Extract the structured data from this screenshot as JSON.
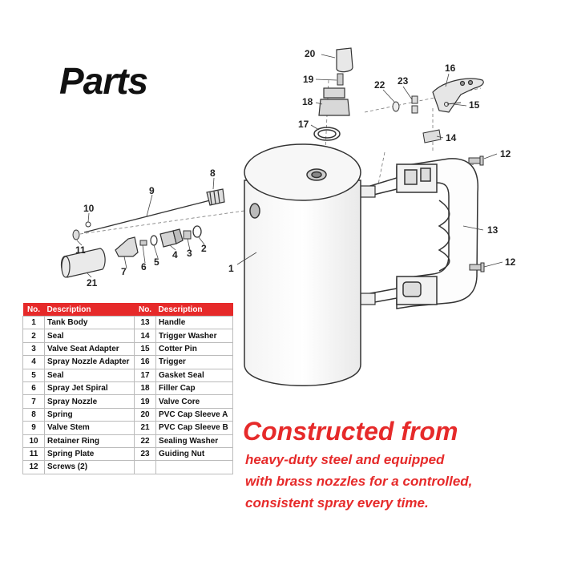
{
  "title": "Parts",
  "callouts": [
    "20",
    "19",
    "18",
    "17",
    "16",
    "23",
    "22",
    "15",
    "14",
    "12",
    "8",
    "9",
    "10",
    "11",
    "21",
    "7",
    "6",
    "5",
    "4",
    "3",
    "2",
    "1",
    "13",
    "12"
  ],
  "table": {
    "headers": [
      "No.",
      "Description",
      "No.",
      "Description"
    ],
    "rows": [
      [
        "1",
        "Tank Body",
        "13",
        "Handle"
      ],
      [
        "2",
        "Seal",
        "14",
        "Trigger Washer"
      ],
      [
        "3",
        "Valve Seat Adapter",
        "15",
        "Cotter Pin"
      ],
      [
        "4",
        "Spray Nozzle Adapter",
        "16",
        "Trigger"
      ],
      [
        "5",
        "Seal",
        "17",
        "Gasket Seal"
      ],
      [
        "6",
        "Spray Jet Spiral",
        "18",
        "Filler Cap"
      ],
      [
        "7",
        "Spray Nozzle",
        "19",
        "Valve Core"
      ],
      [
        "8",
        "Spring",
        "20",
        "PVC Cap Sleeve A"
      ],
      [
        "9",
        "Valve Stem",
        "21",
        "PVC Cap Sleeve B"
      ],
      [
        "10",
        "Retainer Ring",
        "22",
        "Sealing Washer"
      ],
      [
        "11",
        "Spring Plate",
        "23",
        "Guiding Nut"
      ],
      [
        "12",
        "Screws (2)",
        "",
        ""
      ]
    ]
  },
  "promo": {
    "headline": "Constructed from",
    "lines": [
      "heavy-duty steel and equipped",
      "with brass nozzles for a controlled,",
      "consistent spray every time."
    ]
  },
  "colors": {
    "accent": "#e62a2a",
    "line": "#333333"
  }
}
